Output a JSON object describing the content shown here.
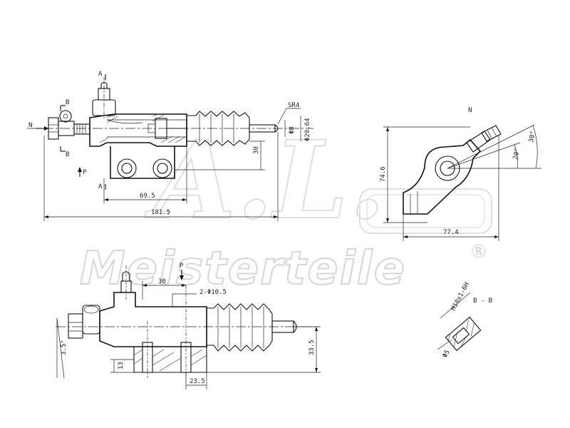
{
  "watermark": {
    "logo": "A.L.",
    "brand": "Meisterteile",
    "registered": "R"
  },
  "side_view": {
    "section_marks": [
      "A",
      "A",
      "B",
      "B",
      "N",
      "P"
    ],
    "callouts": {
      "spherical_radius": "SR4"
    },
    "dimensions": {
      "rod_dia": "Φ8",
      "boot_dia": "Φ20.64",
      "port_offset": "30",
      "mount_to_rod": "69.5",
      "overall_length": "181.5"
    }
  },
  "end_view": {
    "label": "N",
    "dimensions": {
      "angle_outer": "30°",
      "angle_inner": "20°",
      "height": "74.6",
      "width": "77.4"
    }
  },
  "top_view": {
    "label": "P",
    "dimensions": {
      "hole_spacing": "30",
      "holes": "2-Φ10.5",
      "offset_angle": "3.5°",
      "flange_thickness": "13",
      "hole_to_face": "23.5",
      "height": "33.5"
    }
  },
  "section_bb": {
    "label": "B - B",
    "dimensions": {
      "thread": "M10x1-6H",
      "bore": "Φ5"
    }
  }
}
